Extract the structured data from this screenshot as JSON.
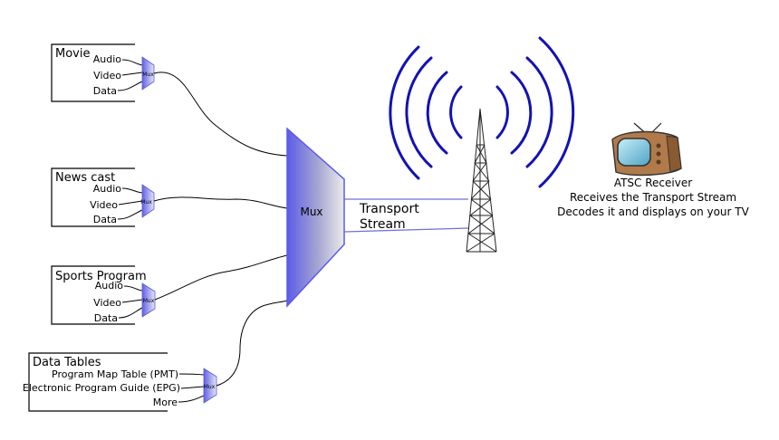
{
  "sources": [
    {
      "title": "Movie",
      "items": [
        "Audio",
        "Video",
        "Data"
      ],
      "mux_label": "Mux"
    },
    {
      "title": "News cast",
      "items": [
        "Audio",
        "Video",
        "Data"
      ],
      "mux_label": "Mux"
    },
    {
      "title": "Sports Program",
      "items": [
        "Audio",
        "Video",
        "Data"
      ],
      "mux_label": "Mux"
    },
    {
      "title": "Data Tables",
      "items": [
        "Program Map Table (PMT)",
        "Electronic Program Guide (EPG)",
        "More"
      ],
      "mux_label": "Mux"
    }
  ],
  "main_mux_label": "Mux",
  "transport": {
    "line1": "Transport",
    "line2": "Stream"
  },
  "receiver": {
    "line1": "ATSC Receiver",
    "line2": "Receives the Transport Stream",
    "line3": "Decodes it and displays on your TV"
  },
  "colors": {
    "mux_blue": "#6b6bea",
    "wave_blue": "#1212b4",
    "tv_body": "#b07a4a"
  }
}
